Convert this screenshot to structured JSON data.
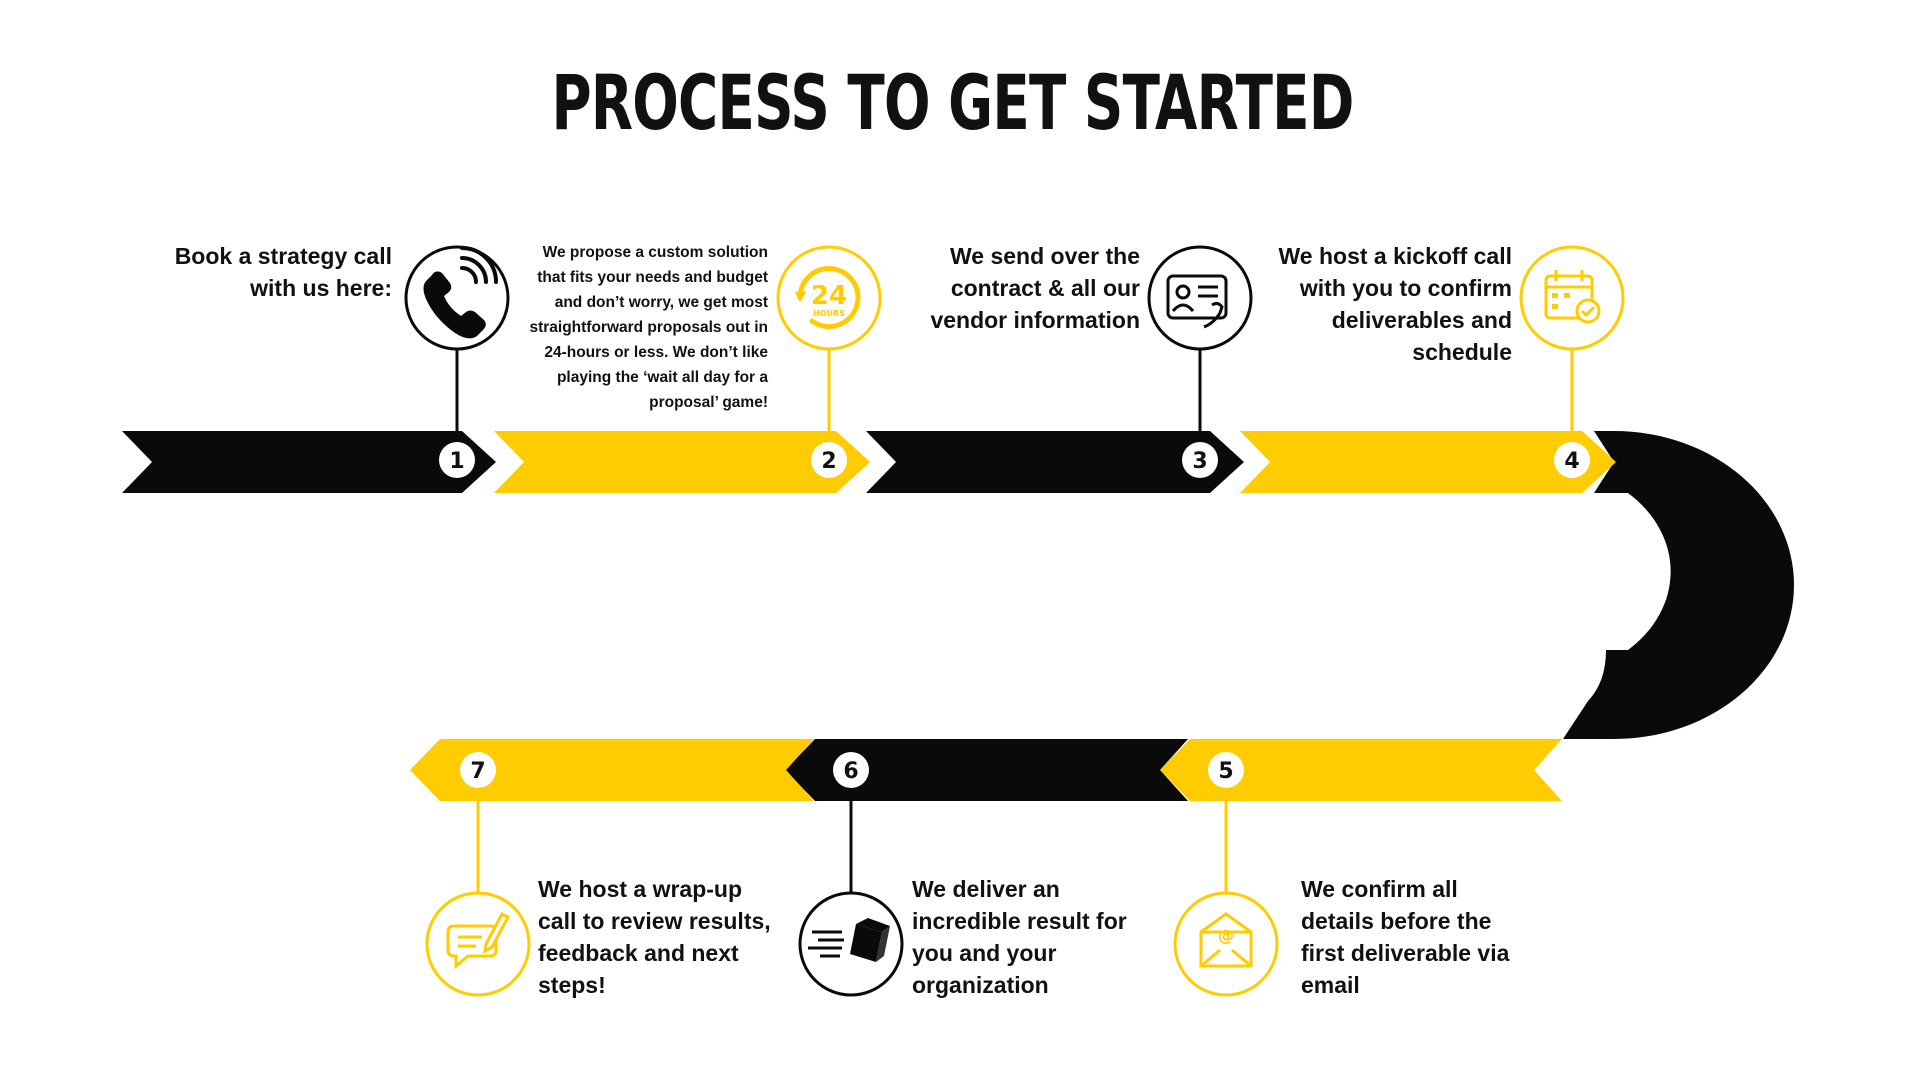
{
  "title": "PROCESS TO GET STARTED",
  "colors": {
    "yellow": "#FFCC00",
    "black": "#0a0a0a",
    "white": "#ffffff"
  },
  "steps": [
    {
      "number": "1",
      "text": "Book a strategy call\nwith us here:",
      "icon": "phone-icon",
      "color": "black"
    },
    {
      "number": "2",
      "text": "We propose a custom solution\nthat fits your needs and budget\nand don’t worry, we get most\nstraightforward proposals out in\n24-hours or less. We don’t like\nplaying the ‘wait all day for a\nproposal’ game!",
      "icon": "24-hours-icon",
      "icon_label": "24",
      "icon_sublabel": "HOURS",
      "color": "yellow"
    },
    {
      "number": "3",
      "text": "We send over the\ncontract & all our\nvendor information",
      "icon": "contract-card-icon",
      "color": "black"
    },
    {
      "number": "4",
      "text": "We host a kickoff call\nwith you to confirm\ndeliverables and\nschedule",
      "icon": "calendar-check-icon",
      "color": "yellow"
    },
    {
      "number": "5",
      "text": "We confirm all\ndetails before the\nfirst deliverable via\nemail",
      "icon": "email-envelope-icon",
      "icon_label": "@",
      "color": "yellow"
    },
    {
      "number": "6",
      "text": "We deliver an\nincredible result for\nyou and your\norganization",
      "icon": "fast-delivery-box-icon",
      "color": "black"
    },
    {
      "number": "7",
      "text": "We host a wrap-up\ncall to review results,\nfeedback and next\nsteps!",
      "icon": "chat-pencil-icon",
      "color": "yellow"
    }
  ]
}
